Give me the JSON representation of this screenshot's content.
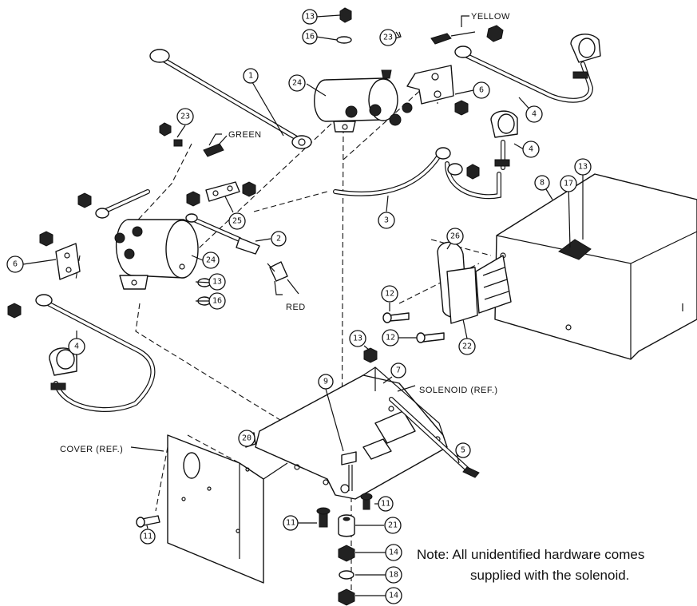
{
  "labels": {
    "yellow": "YELLOW",
    "green": "GREEN",
    "red": "RED",
    "solenoid_ref": "SOLENOID (REF.)",
    "cover_ref": "COVER (REF.)"
  },
  "note": {
    "line1": "Note: All unidentified hardware comes",
    "line2": "supplied with the solenoid."
  },
  "callouts": {
    "c13a": "13",
    "c16a": "16",
    "c23a": "23",
    "c24a": "24",
    "c1": "1",
    "c6a": "6",
    "c4a": "4",
    "c4b": "4",
    "c23b": "23",
    "c3": "3",
    "c8": "8",
    "c17": "17",
    "c13b": "13",
    "c2": "2",
    "c25": "25",
    "c6b": "6",
    "c24b": "24",
    "c13c": "13",
    "c16b": "16",
    "c26": "26",
    "c12a": "12",
    "c12b": "12",
    "c22": "22",
    "c4c": "4",
    "c13d": "13",
    "c7": "7",
    "c9": "9",
    "c5": "5",
    "c20": "20",
    "c11a": "11",
    "c11b": "11",
    "c11c": "11",
    "c21": "21",
    "c14a": "14",
    "c18": "18",
    "c14b": "14"
  }
}
